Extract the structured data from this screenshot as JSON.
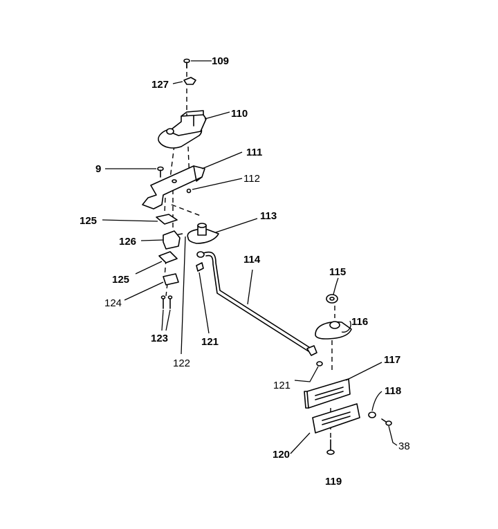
{
  "diagram": {
    "callouts": [
      {
        "id": "109",
        "text": "109"
      },
      {
        "id": "127",
        "text": "127"
      },
      {
        "id": "110",
        "text": "110"
      },
      {
        "id": "111",
        "text": "111"
      },
      {
        "id": "9",
        "text": "9"
      },
      {
        "id": "112",
        "text": "112"
      },
      {
        "id": "113",
        "text": "113"
      },
      {
        "id": "125a",
        "text": "125"
      },
      {
        "id": "126",
        "text": "126"
      },
      {
        "id": "125b",
        "text": "125"
      },
      {
        "id": "124",
        "text": "124"
      },
      {
        "id": "123",
        "text": "123"
      },
      {
        "id": "122",
        "text": "122"
      },
      {
        "id": "121a",
        "text": "121"
      },
      {
        "id": "114",
        "text": "114"
      },
      {
        "id": "115",
        "text": "115"
      },
      {
        "id": "116",
        "text": "116"
      },
      {
        "id": "121b",
        "text": "121"
      },
      {
        "id": "117",
        "text": "117"
      },
      {
        "id": "118",
        "text": "118"
      },
      {
        "id": "38",
        "text": "38"
      },
      {
        "id": "120",
        "text": "120"
      },
      {
        "id": "119",
        "text": "119"
      }
    ]
  }
}
